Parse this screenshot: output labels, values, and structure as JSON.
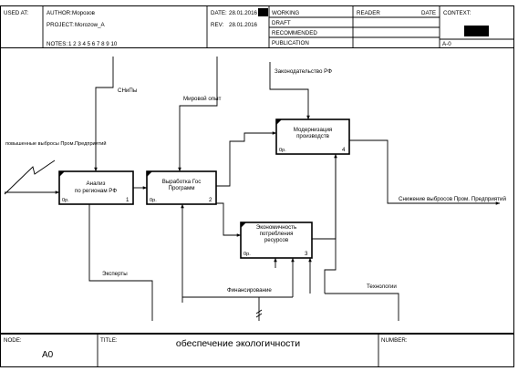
{
  "header": {
    "used_at": "USED AT:",
    "author_label": "AUTHOR:",
    "author": "Морозов",
    "project_label": "PROJECT:",
    "project": "Morozow_A",
    "date_label": "DATE:",
    "date": "28.01.2016",
    "rev_label": "REV:",
    "rev": "28.01.2016",
    "notes_label": "NOTES:",
    "notes": "1 2 3 4 5 6 7 8 9 10",
    "status": [
      "WORKING",
      "DRAFT",
      "RECOMMENDED",
      "PUBLICATION"
    ],
    "reader": "READER",
    "date2": "DATE",
    "context": "CONTEXT:",
    "node_ref": "A-0"
  },
  "activities": [
    {
      "id": "a1",
      "name": [
        "Анализ",
        "по регионам РФ"
      ],
      "cost": "0р.",
      "number": "1"
    },
    {
      "id": "a2",
      "name": [
        "Выработка Гос",
        "Программ"
      ],
      "cost": "0р.",
      "number": "2"
    },
    {
      "id": "a3",
      "name": [
        "Экономичность",
        "потребления",
        "ресурсов"
      ],
      "cost": "0р.",
      "number": "3"
    },
    {
      "id": "a4",
      "name": [
        "Модернизация",
        "производств"
      ],
      "cost": "0р.",
      "number": "4"
    }
  ],
  "arrows": {
    "snip": "СНиПы",
    "world": "Мировой опыт",
    "law": "Законодательство РФ",
    "emissions_in": "повышенные выбросы Пром.Предприятий",
    "emissions_out": "Снижение выбросов Пром. Предприятий",
    "experts": "Эксперты",
    "finance": "Финансирование",
    "tech": "Технологии"
  },
  "footer": {
    "node_label": "NODE:",
    "node": "A0",
    "title_label": "TITLE:",
    "title": "обеспечение экологичности",
    "number_label": "NUMBER:"
  }
}
